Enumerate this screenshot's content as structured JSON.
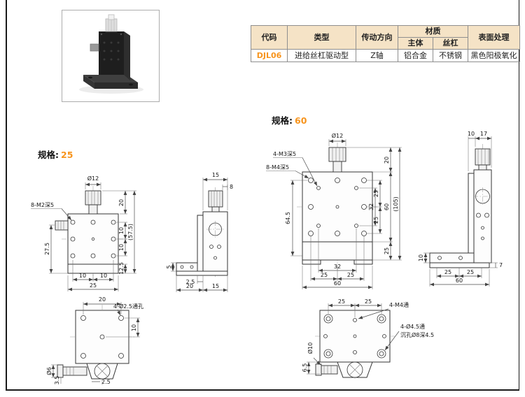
{
  "table": {
    "headers": {
      "code": "代码",
      "type": "类型",
      "direction": "传动方向",
      "material": "材质",
      "body": "主体",
      "screw": "丝杠",
      "surface": "表面处理"
    },
    "row": {
      "code": "DJL06",
      "type": "进给丝杠驱动型",
      "direction": "Z轴",
      "body": "铝合金",
      "screw": "不锈钢",
      "surface": "黑色阳极氧化"
    }
  },
  "spec25": {
    "label": "规格:",
    "value": "25",
    "front": {
      "dia": "Ø12",
      "holes": "8-M2深5",
      "knob_h": "20",
      "row10a": "10",
      "row10b": "10",
      "total_h": "(57.5)",
      "base_h": "12.5",
      "left_h": "27.5",
      "col10a": "10",
      "col10b": "10",
      "width": "25"
    },
    "side": {
      "top15": "15",
      "top8": "8",
      "foot5": "5",
      "off25": "2.5",
      "foot20": "20",
      "body15": "15"
    },
    "bottom": {
      "span20": "20",
      "holes": "4-Ø2.5通孔",
      "off10": "10",
      "dia6": "Ø6",
      "off35": "3.5",
      "off25": "2.5"
    }
  },
  "spec60": {
    "label": "规格:",
    "value": "60",
    "front": {
      "dia": "Ø12",
      "holes_m3": "4-M3深5",
      "holes_m4": "8-M4深5",
      "knob_h": "20",
      "body_h": "60",
      "base_h": "25",
      "total_h": "(105)",
      "row25a": "25",
      "row32": "32",
      "row25b": "25",
      "left_h": "64.5",
      "col32": "32",
      "col25a": "25",
      "col25b": "25",
      "width": "60"
    },
    "side": {
      "top10": "10",
      "top17": "17",
      "foot10": "10",
      "col25a": "25",
      "col25b": "25",
      "width": "60",
      "pad7": "7"
    },
    "bottom": {
      "holes_m4": "4-M4通",
      "col25a": "25",
      "col25b": "25",
      "holes_cb": "4-Ø4.5通",
      "holes_cb2": "沉孔Ø8深4.5",
      "dia10": "Ø10",
      "off65": "6.5"
    }
  },
  "colors": {
    "accent": "#f7941d",
    "header_bg": "#f5e3c6",
    "frame": "#1a1a1a"
  }
}
